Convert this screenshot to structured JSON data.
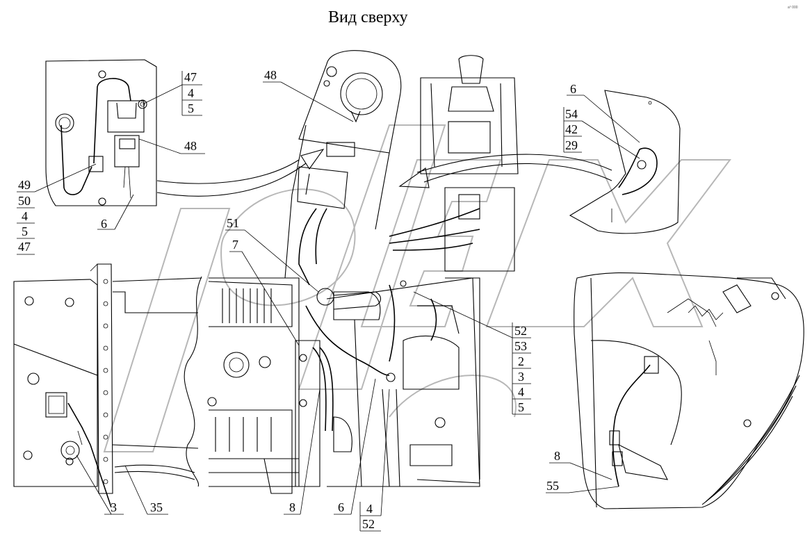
{
  "title": "Вид сверху",
  "corner_mark": "a⁰ 000",
  "callouts": {
    "top_left_stack": [
      "47",
      "4",
      "5"
    ],
    "top_left_48": "48",
    "left_stack": [
      "49",
      "50",
      "4",
      "5",
      "47"
    ],
    "left_6": "6",
    "top_48": "48",
    "right_6": "6",
    "right_stack": [
      "54",
      "42",
      "29"
    ],
    "mid_51": "51",
    "mid_7": "7",
    "mid_stack": [
      "52",
      "53",
      "2",
      "3",
      "4",
      "5"
    ],
    "bottom_3": "3",
    "bottom_35": "35",
    "bottom_8": "8",
    "bottom_6": "6",
    "bottom_stack": [
      "4",
      "52"
    ],
    "br_8": "8",
    "br_55": "55"
  }
}
